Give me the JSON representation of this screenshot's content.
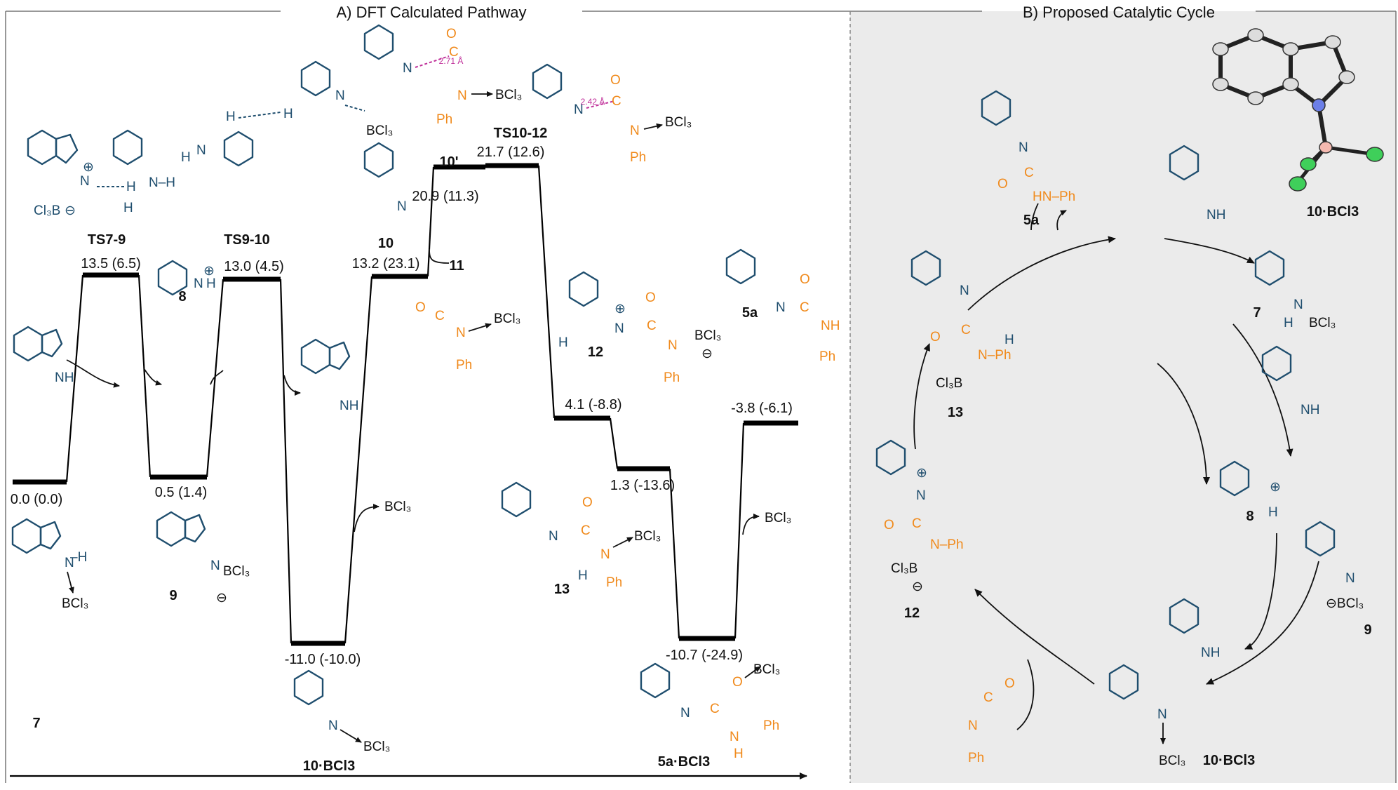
{
  "panel_a": {
    "title": "A) DFT Calculated Pathway",
    "energies": [
      {
        "id": "7",
        "value": "0.0 (0.0)"
      },
      {
        "id": "TS7-9",
        "value": "13.5 (6.5)"
      },
      {
        "id": "8",
        "value": "0.5 (1.4)"
      },
      {
        "id": "TS9-10",
        "value": "13.0 (4.5)"
      },
      {
        "id": "10BCl3",
        "value": "-11.0 (-10.0)"
      },
      {
        "id": "10",
        "value": "13.2 (23.1)"
      },
      {
        "id": "10p",
        "value": "20.9 (11.3)"
      },
      {
        "id": "TS10-12",
        "value": "21.7 (12.6)"
      },
      {
        "id": "12",
        "value": "4.1 (-8.8)"
      },
      {
        "id": "13",
        "value": "1.3 (-13.6)"
      },
      {
        "id": "5aBCl3",
        "value": "-10.7 (-24.9)"
      },
      {
        "id": "5a",
        "value": "-3.8 (-6.1)"
      }
    ],
    "labels": {
      "ts79": "TS7-9",
      "ts910": "TS9-10",
      "ts1012": "TS10-12",
      "c7": "7",
      "c8": "8",
      "c9": "9",
      "c10": "10",
      "c10p": "10'",
      "c11": "11",
      "c12": "12",
      "c13": "13",
      "c5a": "5a",
      "c10bcl3": "10·BCl3",
      "c5abcl3": "5a·BCl3"
    },
    "annotations": {
      "dist1": "2.71 Å",
      "dist2": "2.42 Å"
    }
  },
  "panel_b": {
    "title": "B) Proposed Catalytic Cycle",
    "labels": {
      "c5a": "5a",
      "c7": "7",
      "c8": "8",
      "c9": "9",
      "c10": "10·BCl3",
      "c12": "12",
      "c13": "13",
      "xray": "10·BCl3",
      "bcl3": "BCl3"
    }
  },
  "colors": {
    "molecule": "#1f4e6e",
    "isocyanate": "#f08a1c",
    "distance": "#c0309a",
    "panel_b_bg": "#ebebeb"
  }
}
